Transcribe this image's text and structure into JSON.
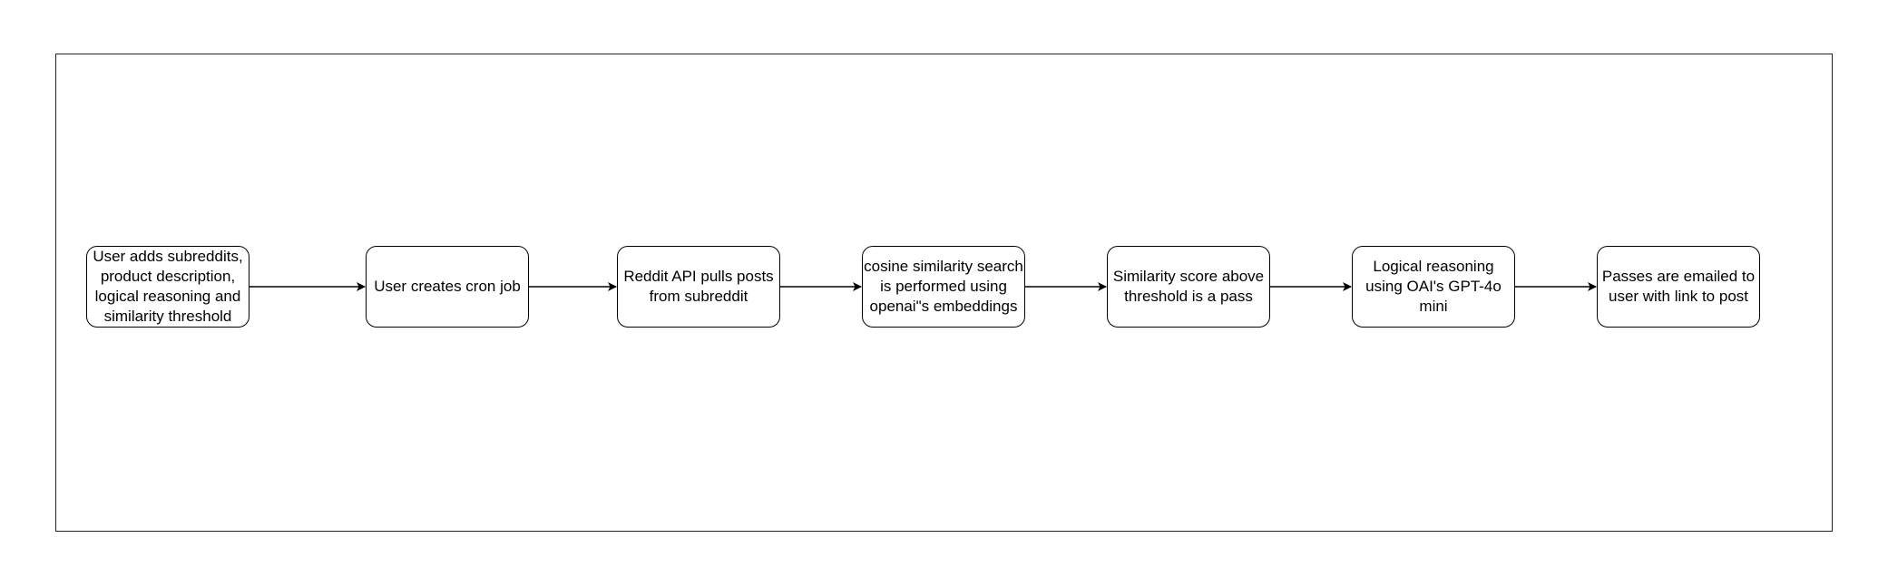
{
  "diagram": {
    "nodes": [
      {
        "id": "step-1",
        "label": "User adds subreddits, product description, logical reasoning and similarity threshold"
      },
      {
        "id": "step-2",
        "label": "User creates cron job"
      },
      {
        "id": "step-3",
        "label": "Reddit API pulls posts from subreddit"
      },
      {
        "id": "step-4",
        "label": "cosine similarity search is performed using openai\"s embeddings"
      },
      {
        "id": "step-5",
        "label": "Similarity score above threshold is a pass"
      },
      {
        "id": "step-6",
        "label": "Logical reasoning using OAI's GPT-4o mini"
      },
      {
        "id": "step-7",
        "label": "Passes are emailed to user with link to post"
      }
    ],
    "edges": [
      {
        "from": "step-1",
        "to": "step-2"
      },
      {
        "from": "step-2",
        "to": "step-3"
      },
      {
        "from": "step-3",
        "to": "step-4"
      },
      {
        "from": "step-4",
        "to": "step-5"
      },
      {
        "from": "step-5",
        "to": "step-6"
      },
      {
        "from": "step-6",
        "to": "step-7"
      }
    ]
  }
}
